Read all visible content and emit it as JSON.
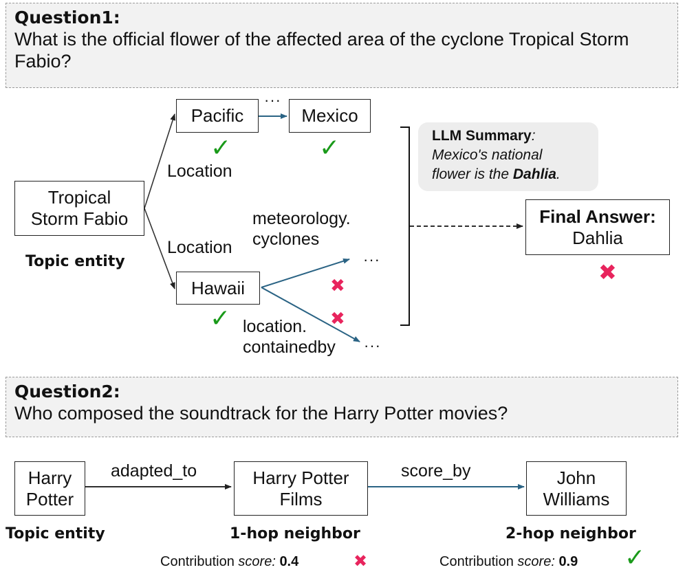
{
  "q1": {
    "title": "Question1:",
    "text": "What is the official flower of the affected area of the cyclone Tropical Storm Fabio?"
  },
  "diagram1": {
    "topic_node_line1": "Tropical",
    "topic_node_line2": "Storm Fabio",
    "topic_label": "Topic entity",
    "pacific": "Pacific",
    "mexico": "Mexico",
    "hawaii": "Hawaii",
    "edge_location_upper": "Location",
    "edge_location_lower": "Location",
    "edge_meteo_line1": "meteorology.",
    "edge_meteo_line2": "cyclones",
    "edge_loc_line1": "location.",
    "edge_loc_line2": "containedby",
    "ellipsis": "···",
    "summary_title": "LLM Summary",
    "summary_colon": ":",
    "summary_line1": "Mexico's national",
    "summary_line2_prefix": "flower is the ",
    "summary_answer": "Dahlia",
    "summary_period": ".",
    "final_title": "Final Answer:",
    "final_value": "Dahlia",
    "check_symbol": "✓",
    "cross_symbol": "✖"
  },
  "q2": {
    "title": "Question2:",
    "text": "Who composed the soundtrack for the Harry Potter movies?"
  },
  "diagram2": {
    "node1_line1": "Harry",
    "node1_line2": "Potter",
    "node2_line1": "Harry Potter",
    "node2_line2": "Films",
    "node3_line1": "John",
    "node3_line2": "Williams",
    "edge1": "adapted_to",
    "edge2": "score_by",
    "label1": "Topic entity",
    "label2": "1-hop neighbor",
    "label3": "2-hop neighbor",
    "contrib_prefix": "Contribution ",
    "contrib_italic": "score:",
    "score1": "0.4",
    "score2": "0.9"
  },
  "colors": {
    "blue_arrow": "#2a6384",
    "check_green": "#1a9a1a",
    "cross_pink": "#e8245d"
  }
}
